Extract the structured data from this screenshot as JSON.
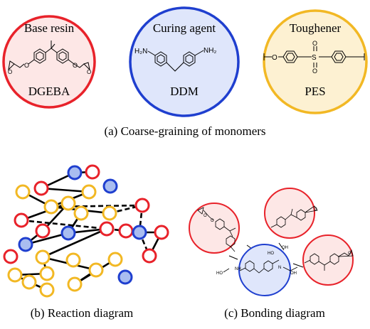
{
  "monomers": [
    {
      "role": "Base resin",
      "abbr": "DGEBA",
      "color": "#e8222a",
      "fill": "#fde7e6"
    },
    {
      "role": "Curing agent",
      "abbr": "DDM",
      "color": "#1f3fcf",
      "fill": "#dfe6fb"
    },
    {
      "role": "Toughener",
      "abbr": "PES",
      "color": "#f2b824",
      "fill": "#fdf1d2"
    }
  ],
  "chem": {
    "nh2": "NH₂",
    "h2n": "H₂N",
    "o": "O",
    "s": "S",
    "nh": "NH",
    "n": "N",
    "oh": "OH",
    "ho": "HO"
  },
  "captions": {
    "a": "(a) Coarse-graining of monomers",
    "b": "(b) Reaction diagram",
    "c": "(c) Bonding diagram"
  },
  "reaction_nodes": {
    "red": "#e8222a",
    "blue": "#1f3fcf",
    "yellow": "#f2b824",
    "blue_fill": "#a9bdf0"
  }
}
